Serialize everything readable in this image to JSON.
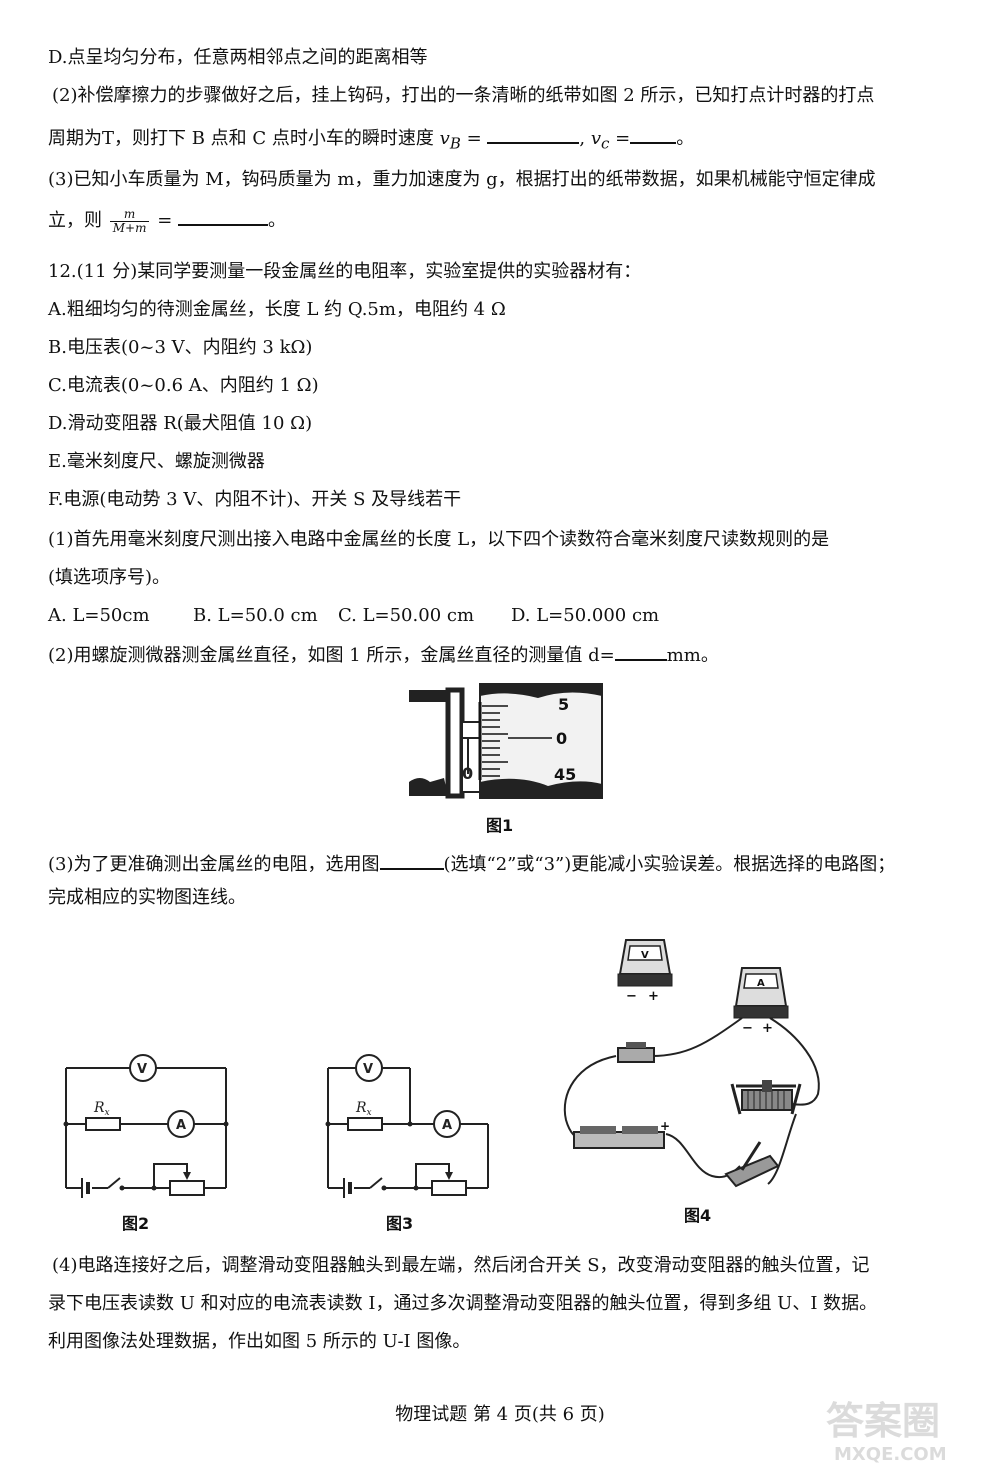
{
  "q11": {
    "d_line": "D.点呈均匀分布，任意两相邻点之间的距离相等",
    "p2_line1": "(2)补偿摩擦力的步骤做好之后，挂上钩码，打出的一条清晰的纸带如图 2 所示，已知打点计时器的打点",
    "p2_line2_a": "周期为T，则打下 B 点和 C 点时小车的瞬时速度",
    "vb": "v",
    "vb_sub": "B",
    "eq": " = ",
    "comma": ", ",
    "vc": "v",
    "vc_sub": "c",
    "eq2": " =",
    "end_mark": "。",
    "p3_line1": "(3)已知小车质量为 M，钩码质量为 m，重力加速度为 g，根据打出的纸带数据，如果机械能守恒定律成",
    "p3_line2_a": "立，则",
    "frac_num": "m",
    "frac_den": "M+m",
    "p3_eq": " = ",
    "p3_end": "。"
  },
  "q12": {
    "intro": "12.(11 分)某同学要测量一段金属丝的电阻率，实验室提供的实验器材有：",
    "items": [
      "A.粗细均匀的待测金属丝，长度 L 约 Q.5m，电阻约 4 Ω",
      "B.电压表(0~3 V、内阻约 3 kΩ)",
      "C.电流表(0~0.6 A、内阻约 1 Ω)",
      "D.滑动变阻器 R(最犬阻值 10 Ω)",
      "E.毫米刻度尺、螺旋测微器",
      "F.电源(电动势 3 V、内阻不计)、开关 S 及导线若干"
    ],
    "p1_line1": "(1)首先用毫米刻度尺测出接入电路中金属丝的长度 L，以下四个读数符合毫米刻度尺读数规则的是",
    "p1_line2": "(填选项序号)。",
    "options": [
      "A. L=50cm",
      "B. L=50.0 cm",
      "C. L=50.00 cm",
      "D. L=50.000 cm"
    ],
    "p2_a": "(2)用螺旋测微器测金属丝直径，如图 1 所示，金属丝直径的测量值 d=",
    "p2_b": "mm。",
    "fig1": {
      "caption": "图1",
      "scale_labels": [
        "5",
        "0",
        "45"
      ],
      "zero_label": "0"
    },
    "p3_a": "(3)为了更准确测出金属丝的电阻，选用图",
    "p3_b": "(选填“2”或“3”)更能减小实验误差。根据选择的电路图；",
    "p3_line2": "完成相应的实物图连线。",
    "fig2": {
      "caption": "图2",
      "v": "V",
      "a": "A",
      "rx": "R",
      "rx_sub": "x"
    },
    "fig3": {
      "caption": "图3",
      "v": "V",
      "a": "A",
      "rx": "R",
      "rx_sub": "x"
    },
    "fig4": {
      "caption": "图4",
      "v": "V",
      "a": "A",
      "minus": "−",
      "plus": "+"
    },
    "p4_line1": "(4)电路连接好之后，调整滑动变阻器触头到最左端，然后闭合开关 S，改变滑动变阻器的触头位置，记",
    "p4_line2": "录下电压表读数 U 和对应的电流表读数 I，通过多次调整滑动变阻器的触头位置，得到多组 U、I 数据。",
    "p4_line3": "利用图像法处理数据，作出如图 5 所示的 U-I 图像。"
  },
  "footer": "物理试题   第  4  页(共 6 页)",
  "watermark": {
    "line1": "答案圈",
    "line2": "MXQE.COM"
  }
}
